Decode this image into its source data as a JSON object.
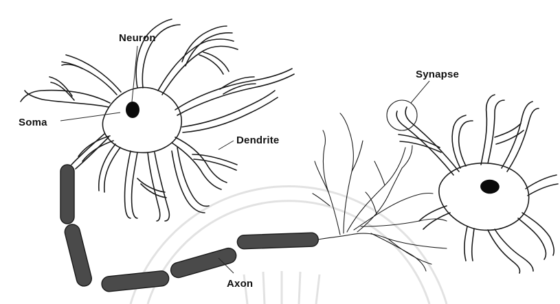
{
  "labels": {
    "neuron": "Neuron",
    "soma": "Soma",
    "dendrite": "Dendrite",
    "synapse": "Synapse",
    "axon": "Axon"
  },
  "colors": {
    "background": "#ffffff",
    "ink": "#1a1a1a",
    "myelin": "#4a4a4a",
    "watermark": "#e2e2e2"
  }
}
